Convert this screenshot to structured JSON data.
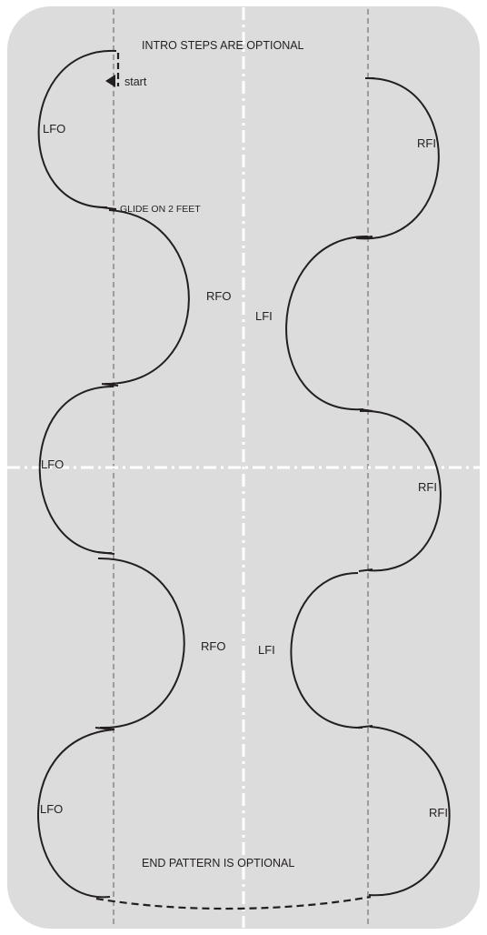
{
  "notes": {
    "intro": "INTRO STEPS ARE OPTIONAL",
    "start": "start",
    "glide": "GLIDE ON 2 FEET",
    "end": "END PATTERN IS OPTIONAL"
  },
  "left_lobes": [
    {
      "label": "LFO"
    },
    {
      "label": "RFO"
    },
    {
      "label": "LFO"
    },
    {
      "label": "RFO"
    },
    {
      "label": "LFO"
    }
  ],
  "right_lobes": [
    {
      "label": "RFI"
    },
    {
      "label": "LFI"
    },
    {
      "label": "RFI"
    },
    {
      "label": "LFI"
    },
    {
      "label": "RFI"
    }
  ],
  "colors": {
    "rink_fill": "#dcdcdd",
    "guide_line": "#8c8c8c",
    "center_line": "#ffffff",
    "stroke": "#231f20"
  }
}
